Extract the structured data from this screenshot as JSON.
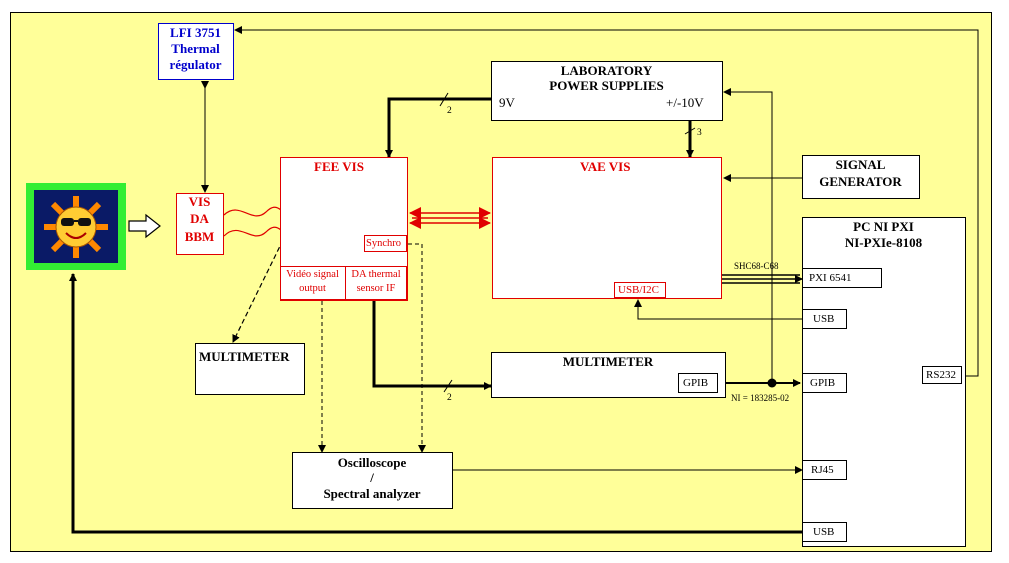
{
  "thermal_regulator": {
    "line1": "LFI 3751",
    "line2": "Thermal",
    "line3": "régulator"
  },
  "power_supplies": {
    "line1": "LABORATORY",
    "line2": "POWER SUPPLIES",
    "out_9v": "9V",
    "out_10v": "+/-10V",
    "bus_to_fee": "2",
    "bus_to_vae": "3"
  },
  "vis_da_bbm": {
    "line1": "VIS",
    "line2": "DA",
    "line3": "BBM"
  },
  "fee_vis": {
    "title": "FEE VIS",
    "synchro": "Synchro",
    "video_line1": "Vidéo signal",
    "video_line2": "output",
    "thermal_line1": "DA thermal",
    "thermal_line2": "sensor IF"
  },
  "vae_vis": {
    "title": "VAE VIS",
    "usb_i2c": "USB/I2C"
  },
  "signal_generator": {
    "line1": "SIGNAL",
    "line2": "GENERATOR"
  },
  "pc": {
    "line1": "PC NI PXI",
    "line2": "NI-PXIe-8108",
    "pxi": "PXI 6541",
    "usb1": "USB",
    "gpib": "GPIB",
    "rs232": "RS232",
    "rj45": "RJ45",
    "usb2": "USB"
  },
  "cable_shc": "SHC68-C68",
  "cable_ni": "NI = 183285-02",
  "multimeter_left": "MULTIMETER",
  "multimeter_right": {
    "title": "MULTIMETER",
    "gpib": "GPIB",
    "bus": "2"
  },
  "oscilloscope": {
    "line1": "Oscilloscope",
    "line2": "/",
    "line3": "Spectral analyzer"
  },
  "colors": {
    "background": "#ffff99",
    "fee_vae": "#e00000",
    "regulator": "#0000cc",
    "sun_frame": "#33ee33"
  }
}
